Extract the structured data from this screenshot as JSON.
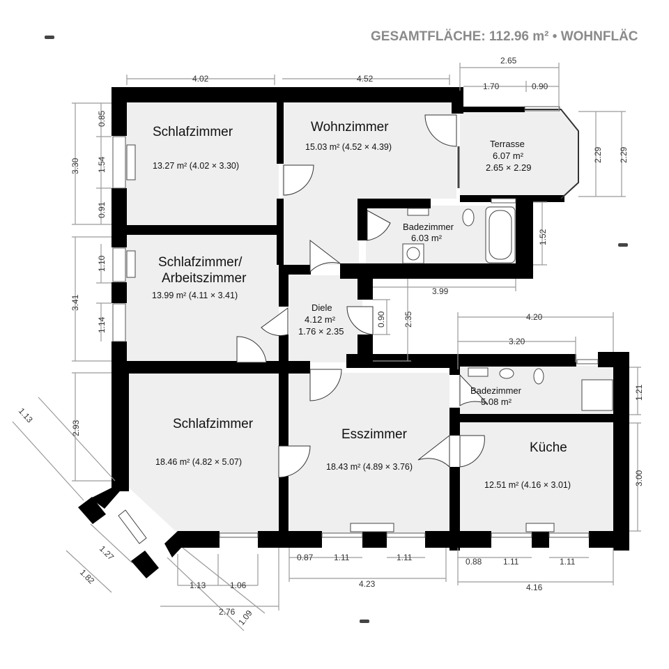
{
  "header": {
    "text": "GESAMTFLÄCHE: 112.96 m² • WOHNFLÄC"
  },
  "rooms": {
    "schlafzimmer1": {
      "name": "Schlafzimmer",
      "info": "13.27 m² (4.02 × 3.30)"
    },
    "wohnzimmer": {
      "name": "Wohnzimmer",
      "info": "15.03 m² (4.52 × 4.39)"
    },
    "terrasse": {
      "name": "Terrasse",
      "area": "6.07 m²",
      "dims": "2.65 × 2.29"
    },
    "badezimmer1": {
      "name": "Badezimmer",
      "area": "6.03 m²"
    },
    "schlafzimmer2": {
      "name_line1": "Schlafzimmer/",
      "name_line2": "Arbeitszimmer",
      "info": "13.99 m² (4.11 × 3.41)"
    },
    "diele": {
      "name": "Diele",
      "area": "4.12 m²",
      "dims": "1.76 × 2.35"
    },
    "badezimmer2": {
      "name": "Badezimmer",
      "area": "5.08 m²"
    },
    "schlafzimmer3": {
      "name": "Schlafzimmer",
      "info": "18.46 m² (4.82 × 5.07)"
    },
    "esszimmer": {
      "name": "Esszimmer",
      "info": "18.43 m² (4.89 × 3.76)"
    },
    "kueche": {
      "name": "Küche",
      "info": "12.51 m² (4.16 × 3.01)"
    }
  },
  "dimensions": {
    "top_left": "4.02",
    "top_mid": "4.52",
    "top_terrace": "2.65",
    "terrace_170": "1.70",
    "terrace_090": "0.90",
    "terrace_right_a": "2.29",
    "terrace_right_b": "2.29",
    "left_085": "0.85",
    "left_154": "1.54",
    "left_091": "0.91",
    "left_330": "3.30",
    "left_110": "1.10",
    "left_114": "1.14",
    "left_341": "3.41",
    "left_293": "2.93",
    "bath1_152": "1.52",
    "bath1_399": "3.99",
    "diele_090": "0.90",
    "diele_235": "2.35",
    "right_420": "4.20",
    "right_320": "3.20",
    "right_121": "1.21",
    "right_300": "3.00",
    "diag_113": "1.13",
    "diag_127": "1.27",
    "diag_182": "1.82",
    "diag_109": "1.09",
    "bottom_113": "1.13",
    "bottom_106": "1.06",
    "bottom_276": "2.76",
    "bottom_087": "0.87",
    "bottom_111a": "1.11",
    "bottom_111b": "1.11",
    "bottom_423": "4.23",
    "bottom_088": "0.88",
    "bottom_111c": "1.11",
    "bottom_111d": "1.11",
    "bottom_416": "4.16"
  }
}
